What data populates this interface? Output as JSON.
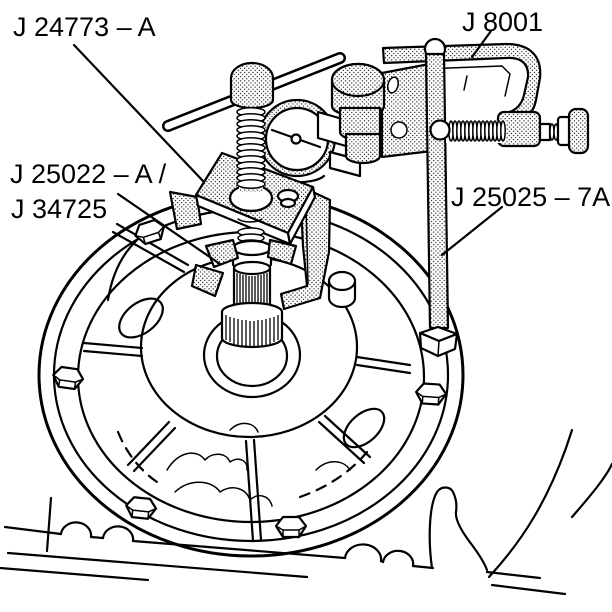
{
  "page": {
    "background": "#ffffff",
    "ink": "#000000"
  },
  "figure": {
    "labels": {
      "puller_plate": "J 24773 – A",
      "clamp": "J 8001",
      "puller_line1": "J 25022 – A /",
      "puller_line2": "J 34725",
      "guide_stud": "J 25025 – 7A"
    }
  }
}
